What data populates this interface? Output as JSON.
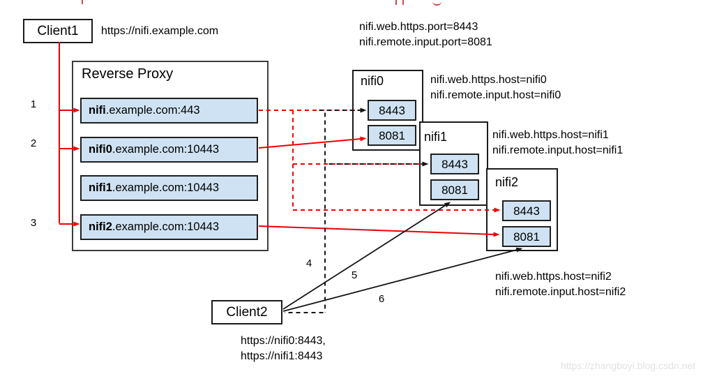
{
  "client1": {
    "label": "Client1",
    "url": "https://nifi.example.com"
  },
  "client2": {
    "label": "Client2",
    "urls": [
      "https://nifi0:8443,",
      "https://nifi1:8443"
    ]
  },
  "proxy": {
    "title": "Reverse Proxy",
    "entries": [
      {
        "bold": "nifi",
        "rest": ".example.com:443"
      },
      {
        "bold": "nifi0",
        "rest": ".example.com:10443"
      },
      {
        "bold": "nifi1",
        "rest": ".example.com:10443"
      },
      {
        "bold": "nifi2",
        "rest": ".example.com:10443"
      }
    ]
  },
  "global_config": [
    "nifi.web.https.port=8443",
    "nifi.remote.input.port=8081"
  ],
  "nodes": [
    {
      "name": "nifi0",
      "ports": [
        "8443",
        "8081"
      ],
      "config": [
        "nifi.web.https.host=nifi0",
        "nifi.remote.input.host=nifi0"
      ]
    },
    {
      "name": "nifi1",
      "ports": [
        "8443",
        "8081"
      ],
      "config": [
        "nifi.web.https.host=nifi1",
        "nifi.remote.input.host=nifi1"
      ]
    },
    {
      "name": "nifi2",
      "ports": [
        "8443",
        "8081"
      ],
      "config": [
        "nifi.web.https.host=nifi2",
        "nifi.remote.input.host=nifi2"
      ]
    }
  ],
  "path_labels": [
    "1",
    "2",
    "3",
    "4",
    "5",
    "6"
  ],
  "watermark": "https://zhangboyi.blog.csdn.net",
  "colors": {
    "accent_red": "#f00000",
    "line_black": "#151515",
    "node_fill_blue": "#cfe2f3",
    "proxy_border_gray": "#3d3d3d",
    "watermark_gray": "#e2e2e2"
  }
}
